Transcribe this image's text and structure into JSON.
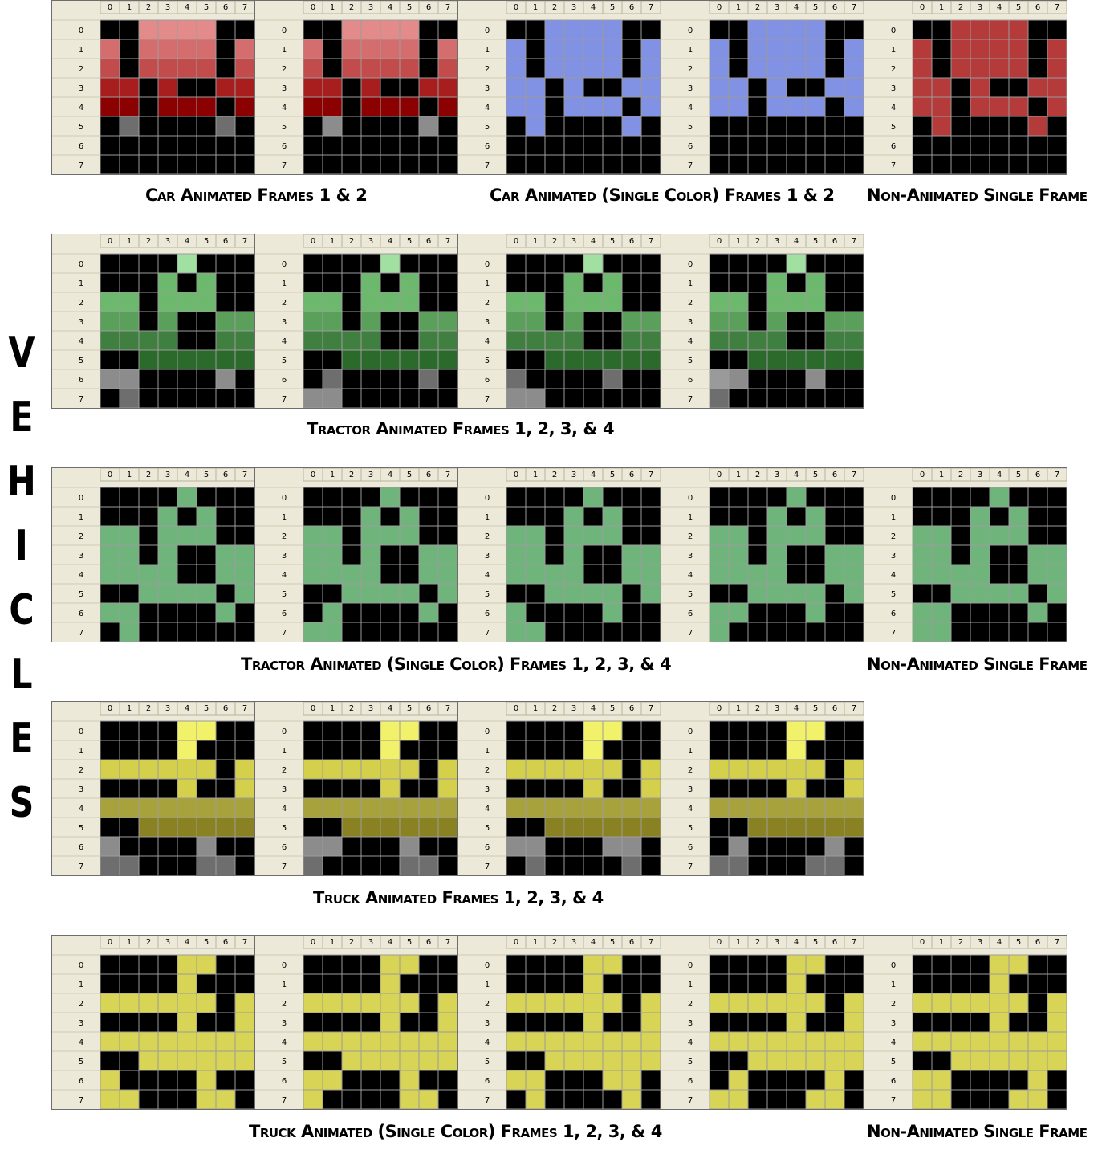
{
  "side_title": "VEHICLES",
  "header_labels": [
    "0",
    "1",
    "2",
    "3",
    "4",
    "5",
    "6",
    "7"
  ],
  "palette": {
    "K": "#000000",
    "a": "#e38a8a",
    "b": "#d46d6d",
    "c": "#c24b4b",
    "d": "#a81d1d",
    "e": "#8b0000",
    "g": "#6e6e6e",
    "h": "#8c8c8c",
    "r": "#b53a3a",
    "B": "#8191e4",
    "l": "#a2e0a2",
    "m": "#6cb86c",
    "n": "#5a9f5a",
    "o": "#3f7f3f",
    "p": "#2c6a2c",
    "q": "#6fb47b",
    "s": "#9a9a9a",
    "y": "#f2f26a",
    "t": "#d4d04c",
    "u": "#a7a23c",
    "v": "#8a8222",
    "Y": "#d8d455"
  },
  "rows": [
    {
      "captions": [
        "Car Animated Frames 1 & 2",
        "Car Animated (Single Color) Frames 1 & 2",
        "Non-Animated Single Frame"
      ],
      "frames": [
        [
          "KKaaaaKK",
          "bKbbbbKb",
          "cKccccKc",
          "ddKdKKdd",
          "eeKeeeKe",
          "KgKKKKgK",
          "KKKKKKKK",
          "KKKKKKKK"
        ],
        [
          "KKaaaaKK",
          "bKbbbbKb",
          "cKccccKc",
          "ddKdKKdd",
          "eeKeeeKe",
          "KhKKKKhK",
          "KKKKKKKK",
          "KKKKKKKK"
        ],
        [
          "KKBBBBKK",
          "BKBBBBKB",
          "BKBBBBKB",
          "BBKBKKBB",
          "BBKBBBKB",
          "KBKKKKBK",
          "KKKKKKKK",
          "KKKKKKKK"
        ],
        [
          "KKBBBBKK",
          "BKBBBBKB",
          "BKBBBBKB",
          "BBKBKKBB",
          "BBKBBBKB",
          "KKKKKKKK",
          "KKKKKKKK",
          "KKKKKKKK"
        ],
        [
          "KKrrrrKK",
          "rKrrrrKr",
          "rKrrrrKr",
          "rrKrKKrr",
          "rrKrrrKr",
          "KrKKKKrK",
          "KKKKKKKK",
          "KKKKKKKK"
        ]
      ]
    },
    {
      "captions": [
        "Tractor Animated Frames 1, 2, 3, & 4"
      ],
      "frames": [
        [
          "KKKKlKKK",
          "KKKmKmKK",
          "mmKmmmKK",
          "nnKnKKnn",
          "ooooKKoo",
          "KKpppppp",
          "hhKKKKhK",
          "KgKKKKKK"
        ],
        [
          "KKKKlKKK",
          "KKKmKmKK",
          "mmKmmmKK",
          "nnKnKKnn",
          "ooooKKoo",
          "KKpppppp",
          "KgKKKKgK",
          "hhKKKKKK"
        ],
        [
          "KKKKlKKK",
          "KKKmKmKK",
          "mmKmmmKK",
          "nnKnKKnn",
          "ooooKKoo",
          "KKpppppp",
          "gKKKKgKK",
          "hhKKKKKK"
        ],
        [
          "KKKKlKKK",
          "KKKmKmKK",
          "mmKmmmKK",
          "nnKnKKnn",
          "ooooKKoo",
          "KKpppppp",
          "shKKKhKK",
          "gKKKKKKK"
        ]
      ]
    },
    {
      "captions": [
        "Tractor Animated (Single Color) Frames 1, 2, 3, & 4",
        "Non-Animated Single Frame"
      ],
      "frames": [
        [
          "KKKKqKKK",
          "KKKqKqKK",
          "qqKqqqKK",
          "qqKqKKqq",
          "qqqqKKqq",
          "KKqqqqKq",
          "qqKKKKqK",
          "KqKKKKKK"
        ],
        [
          "KKKKqKKK",
          "KKKqKqKK",
          "qqKqqqKK",
          "qqKqKKqq",
          "qqqqKKqq",
          "KKqqqqKq",
          "KqKKKKqK",
          "qqKKKKKK"
        ],
        [
          "KKKKqKKK",
          "KKKqKqKK",
          "qqKqqqKK",
          "qqKqKKqq",
          "qqqqKKqq",
          "KKqqqqKq",
          "qKKKKqKK",
          "qqKKKKKK"
        ],
        [
          "KKKKqKKK",
          "KKKqKqKK",
          "qqKqqqKK",
          "qqKqKKqq",
          "qqqqKKqq",
          "KKqqqqKq",
          "qqKKKqKK",
          "qKKKKKKK"
        ],
        [
          "KKKKqKKK",
          "KKKqKqKK",
          "qqKqqqKK",
          "qqKqKKqq",
          "qqqqKKqq",
          "KKqqqqKq",
          "qqKKKKqK",
          "qqKKKKKK"
        ]
      ]
    },
    {
      "captions": [
        "Truck Animated Frames 1, 2, 3, & 4"
      ],
      "frames": [
        [
          "KKKKyyKK",
          "KKKKyKKK",
          "ttttttKt",
          "KKKKtKKt",
          "uuuuuuuu",
          "KKvvvvvv",
          "hKKKKhKK",
          "ggKKKggK"
        ],
        [
          "KKKKyyKK",
          "KKKKyKKK",
          "ttttttKt",
          "KKKKtKKt",
          "uuuuuuuu",
          "KKvvvvvv",
          "hhKKKhKK",
          "gKKKKggK"
        ],
        [
          "KKKKyyKK",
          "KKKKyKKK",
          "ttttttKt",
          "KKKKtKKt",
          "uuuuuuuu",
          "KKvvvvvv",
          "hhKKKhhK",
          "KgKKKKgK"
        ],
        [
          "KKKKyyKK",
          "KKKKyKKK",
          "ttttttKt",
          "KKKKtKKt",
          "uuuuuuuu",
          "KKvvvvvv",
          "KhKKKKhK",
          "ggKKKggK"
        ]
      ]
    },
    {
      "captions": [
        "Truck Animated (Single Color) Frames 1, 2, 3, & 4",
        "Non-Animated Single Frame"
      ],
      "frames": [
        [
          "KKKKYYKK",
          "KKKKYKKK",
          "YYYYYYKY",
          "KKKKYKKY",
          "YYYYYYYY",
          "KKYYYYYY",
          "YKKKKYKK",
          "YYKKKYYK"
        ],
        [
          "KKKKYYKK",
          "KKKKYKKK",
          "YYYYYYKY",
          "KKKKYKKY",
          "YYYYYYYY",
          "KKYYYYYY",
          "YYKKKYKK",
          "YKKKKYYK"
        ],
        [
          "KKKKYYKK",
          "KKKKYKKK",
          "YYYYYYKY",
          "KKKKYKKY",
          "YYYYYYYY",
          "KKYYYYYY",
          "YYKKKYYK",
          "KYKKKKYK"
        ],
        [
          "KKKKYYKK",
          "KKKKYKKK",
          "YYYYYYKY",
          "KKKKYKKY",
          "YYYYYYYY",
          "KKYYYYYY",
          "KYKKKKYK",
          "YYKKKYYK"
        ],
        [
          "KKKKYYKK",
          "KKKKYKKK",
          "YYYYYYKY",
          "KKKKYKKY",
          "YYYYYYYY",
          "KKYYYYYY",
          "YYKKKKYK",
          "YYKKKYYK"
        ]
      ]
    }
  ]
}
